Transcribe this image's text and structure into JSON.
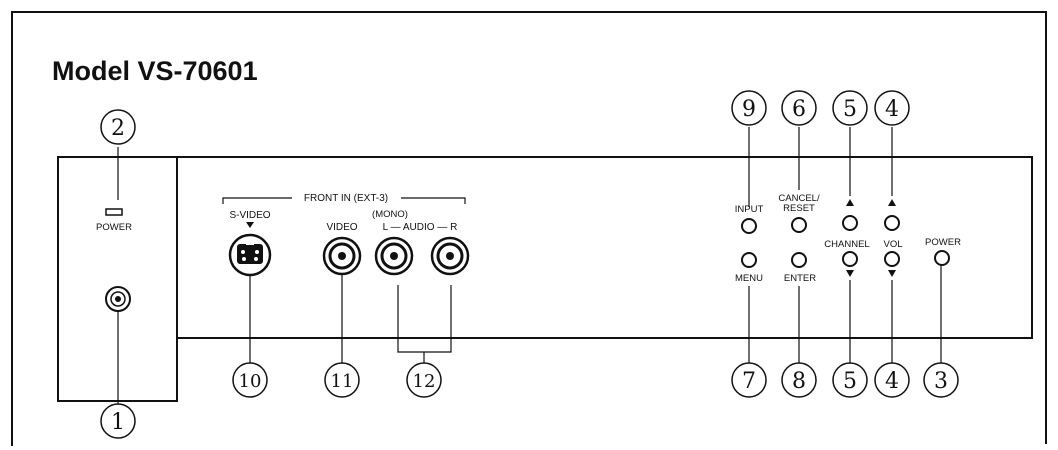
{
  "title": "Model VS-70601",
  "left_panel": {
    "power_label": "POWER"
  },
  "front_in": {
    "group_label": "FRONT IN (EXT-3)",
    "svideo_label": "S-VIDEO",
    "video_label": "VIDEO",
    "mono_label": "(MONO)",
    "audio_label": "L — AUDIO — R"
  },
  "controls": {
    "input_label": "INPUT",
    "cancel_label_line1": "CANCEL/",
    "cancel_label_line2": "RESET",
    "channel_label": "CHANNEL",
    "vol_label": "VOL",
    "power_label": "POWER",
    "menu_label": "MENU",
    "enter_label": "ENTER"
  },
  "callouts": {
    "c1": "1",
    "c2": "2",
    "c3": "3",
    "c4_top": "4",
    "c4_bottom": "4",
    "c5_top": "5",
    "c5_bottom": "5",
    "c6": "6",
    "c7": "7",
    "c8": "8",
    "c9": "9",
    "c10": "10",
    "c11": "11",
    "c12": "12"
  }
}
